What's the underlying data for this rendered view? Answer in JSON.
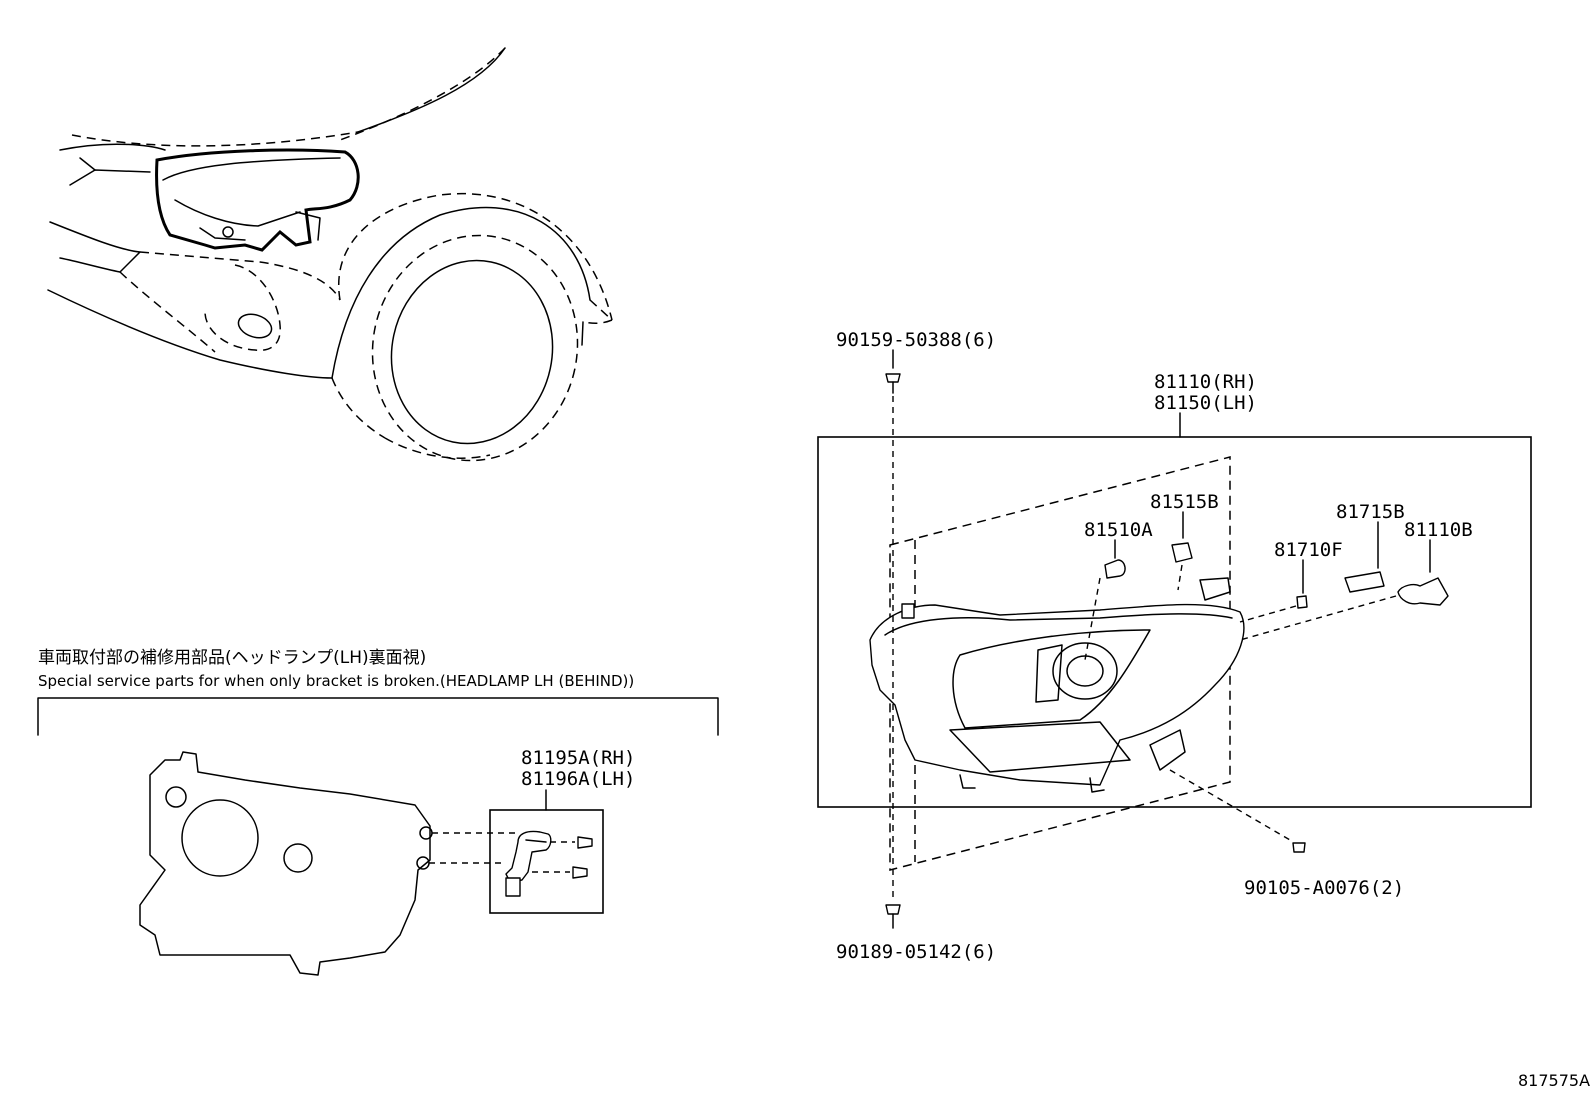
{
  "note": {
    "jp": "車両取付部の補修用部品(ヘッドランプ(LH)裏面視)",
    "en": "Special service parts for when only bracket is broken.(HEADLAMP LH (BEHIND))"
  },
  "labels": {
    "bracket_rh": "81195A(RH)",
    "bracket_lh": "81196A(LH)",
    "screw_top": "90159-50388(6)",
    "screw_bottom": "90189-05142(6)",
    "headlamp_rh": "81110(RH)",
    "headlamp_lh": "81150(LH)",
    "socket_81515b": "81515B",
    "bulb_81510a": "81510A",
    "bulb_81710f": "81710F",
    "socket_81715b": "81715B",
    "bulb_81110b": "81110B",
    "screw_right": "90105-A0076(2)"
  },
  "figure_id": "817575A"
}
